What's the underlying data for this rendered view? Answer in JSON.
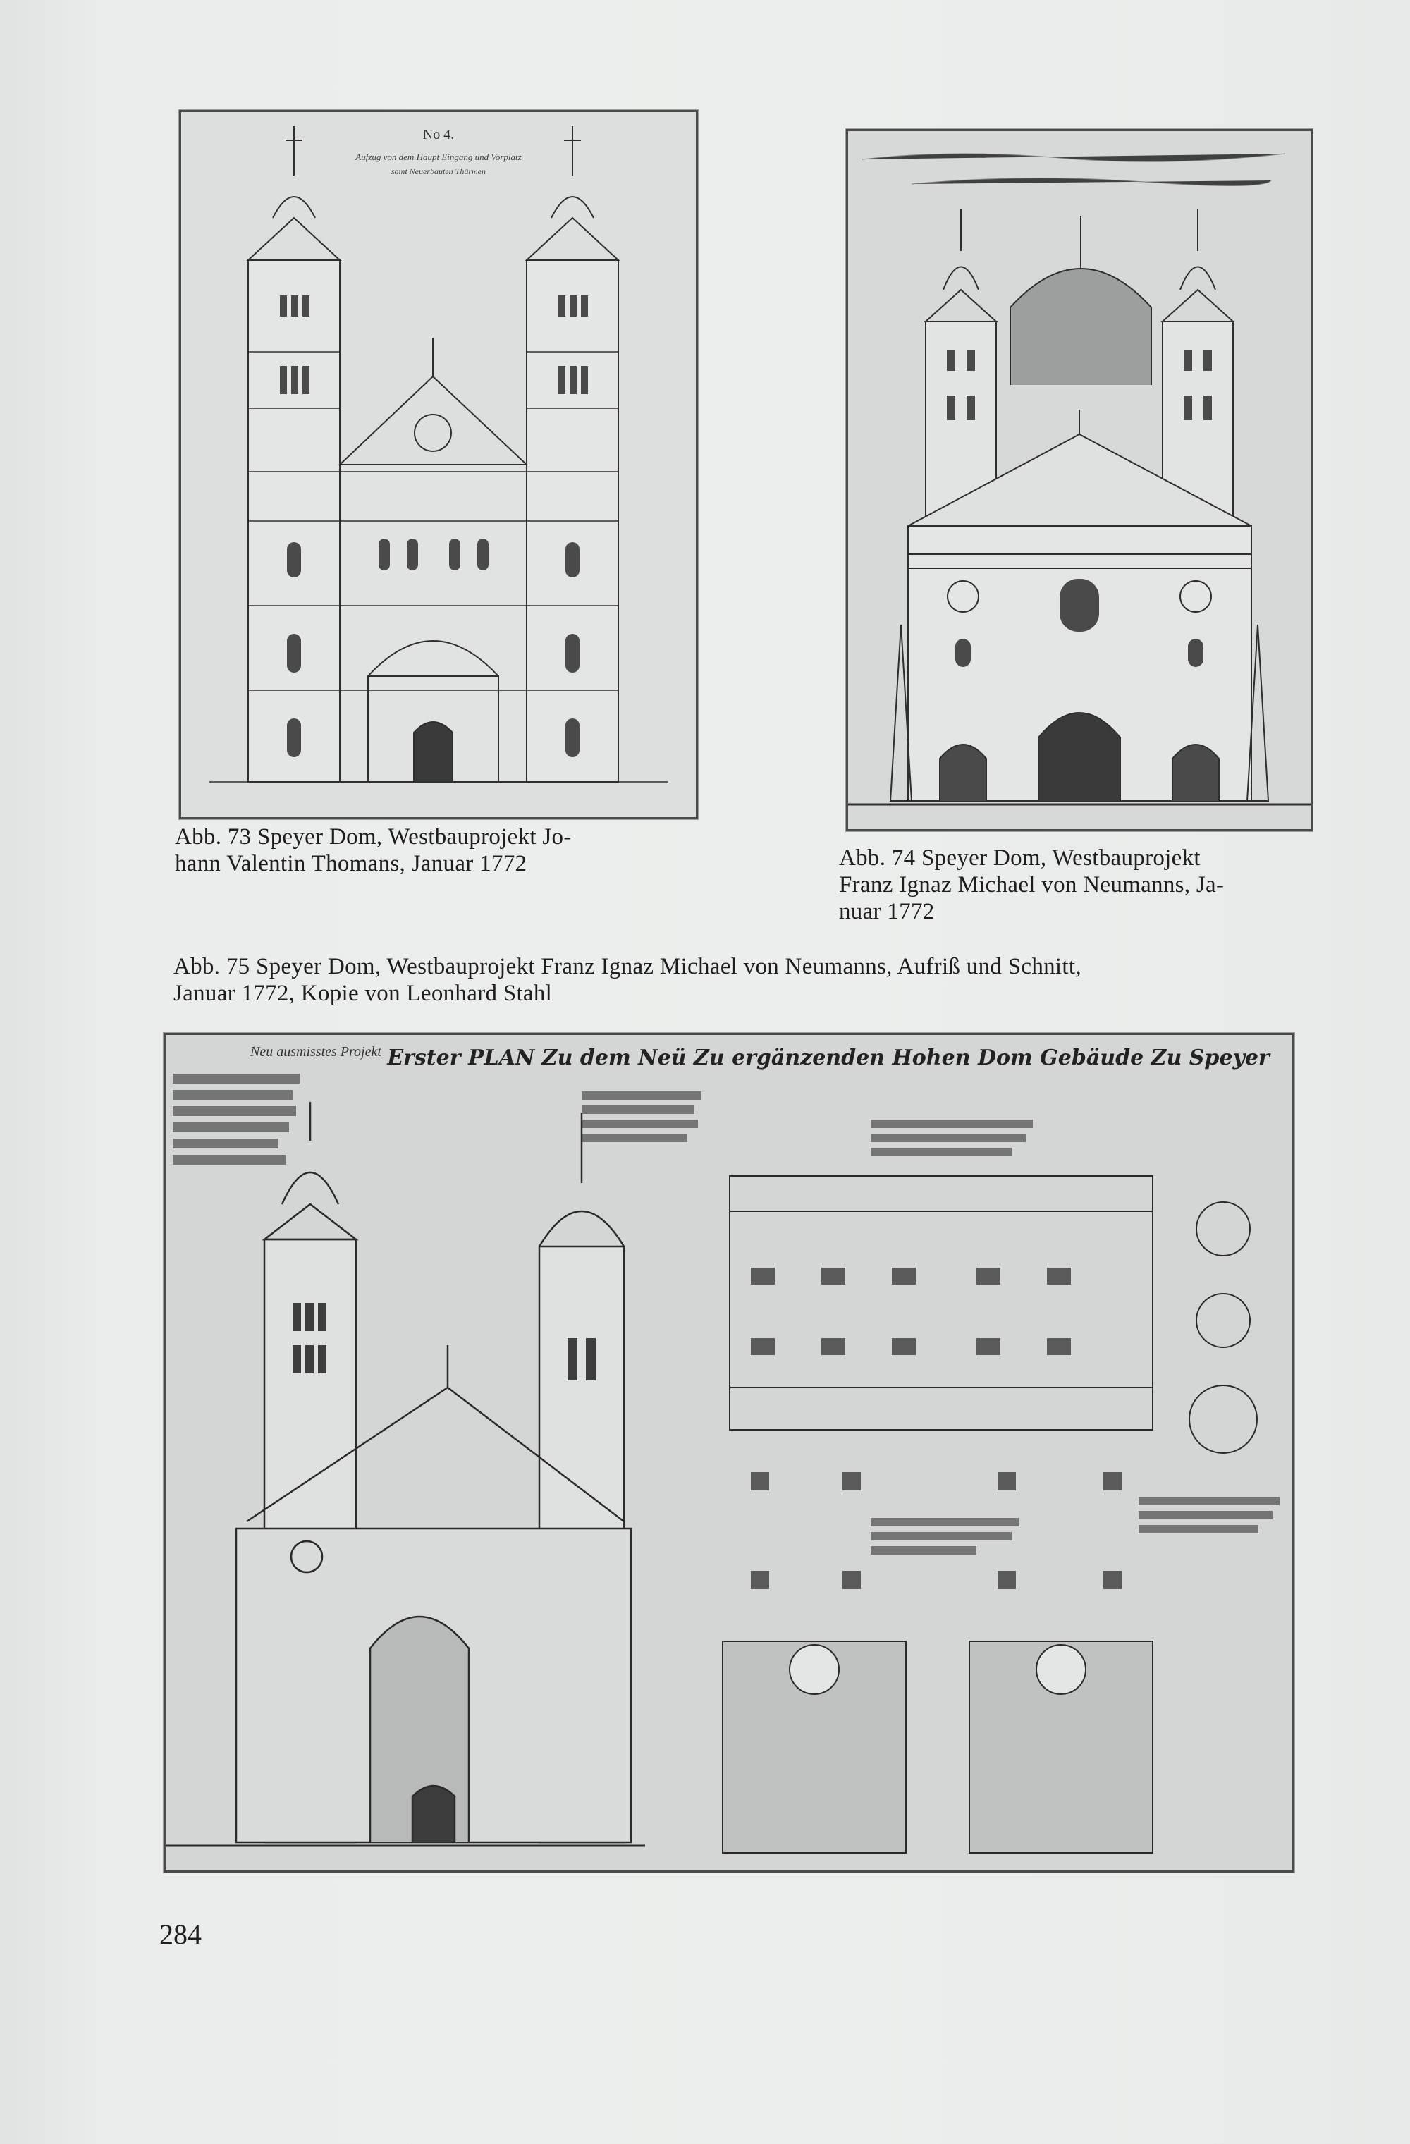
{
  "figures": [
    {
      "id": "abb73",
      "caption": "Abb. 73 Speyer Dom, Westbauprojekt Johann Valentin Thomans, Januar 1772",
      "caption_lines": [
        "Abb. 73 Speyer Dom, Westbauprojekt Jo-",
        "hann Valentin Thomans, Januar 1772"
      ],
      "plate_inscription": [
        "No 4.",
        "Aufzug von dem Haupt Eingang und Vorplatz",
        "samt Neuerbauten Thürmen"
      ]
    },
    {
      "id": "abb74",
      "caption": "Abb. 74 Speyer Dom, Westbauprojekt Franz Ignaz Michael von Neumanns, Januar 1772",
      "caption_lines": [
        "Abb. 74 Speyer Dom, Westbauprojekt",
        "Franz Ignaz Michael von Neumanns, Ja-",
        "nuar 1772"
      ]
    },
    {
      "id": "abb75",
      "caption": "Abb. 75 Speyer Dom, Westbauprojekt Franz Ignaz Michael von Neumanns, Aufriß und Schnitt, Januar 1772, Kopie von Leonhard Stahl",
      "caption_lines": [
        "Abb. 75 Speyer Dom, Westbauprojekt Franz Ignaz Michael von Neumanns, Aufriß und Schnitt,",
        "Januar 1772, Kopie von Leonhard Stahl"
      ],
      "plate_title": "Erster PLAN Zu dem Neü Zu ergänzenden Hohen Dom Gebäude Zu Speyer",
      "plate_subtitle": "Neu ausmisstes Projekt"
    }
  ],
  "page_number": "284",
  "colors": {
    "paper": "#eceeed",
    "ink": "#1e1e1e",
    "plate": "#d8dbd9",
    "line": "#3a3a3a"
  }
}
